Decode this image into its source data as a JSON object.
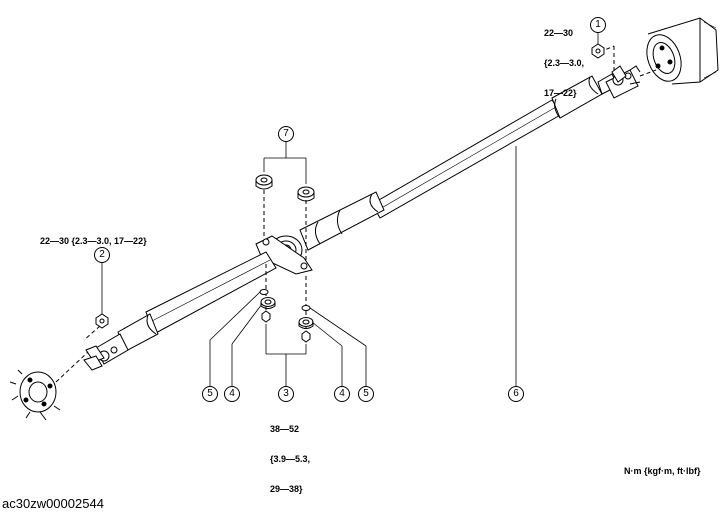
{
  "torque_specs": {
    "t1": [
      "22—30",
      "{2.3—3.0,",
      "17—22}"
    ],
    "t2": "22—30 {2.3—3.0, 17—22}",
    "t3": [
      "38—52",
      "{3.9—5.3,",
      "29—38}"
    ]
  },
  "callouts": {
    "c1": "1",
    "c2": "2",
    "c3": "3",
    "c4a": "4",
    "c4b": "4",
    "c5a": "5",
    "c5b": "5",
    "c6": "6",
    "c7": "7"
  },
  "units_note": "N·m {kgf·m, ft·lbf}",
  "figure_id": "ac30zw00002544"
}
